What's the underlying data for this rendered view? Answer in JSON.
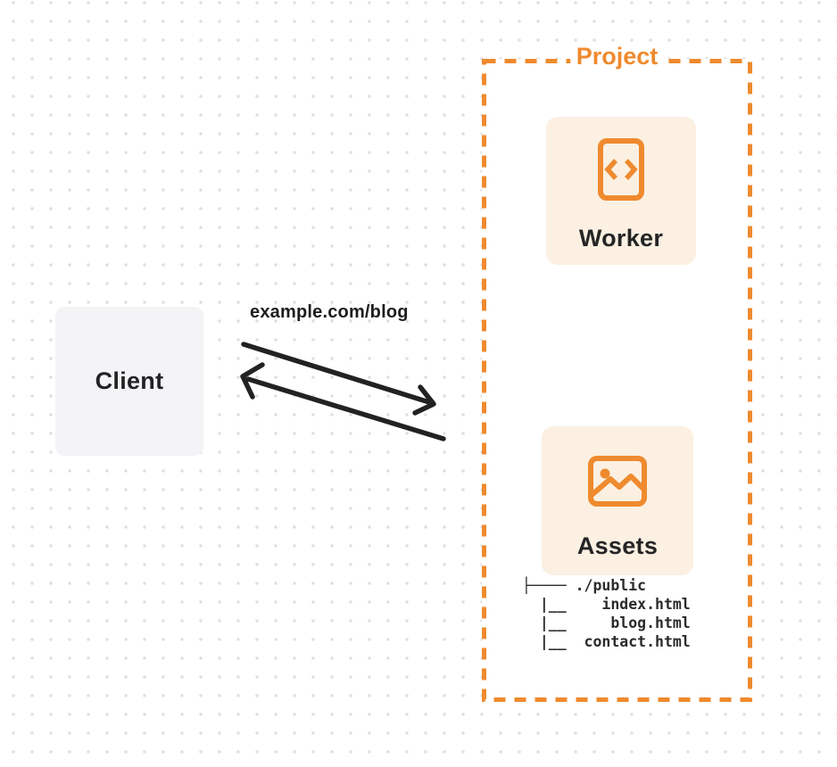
{
  "colors": {
    "accent_orange": "#ef8a2e",
    "card_background": "#fbf0e2",
    "client_background": "#f4f4f6",
    "arrow": "#222222",
    "dot_grid": "#e0e0e3"
  },
  "client": {
    "label": "Client"
  },
  "request": {
    "label": "example.com/blog"
  },
  "project": {
    "label": "Project",
    "worker": {
      "label": "Worker",
      "icon": "code-icon"
    },
    "assets": {
      "label": "Assets",
      "icon": "image-icon"
    },
    "file_tree": {
      "lines": [
        "├──── ./public",
        "  |__    index.html",
        "  |__     blog.html",
        "  |__  contact.html"
      ]
    }
  }
}
